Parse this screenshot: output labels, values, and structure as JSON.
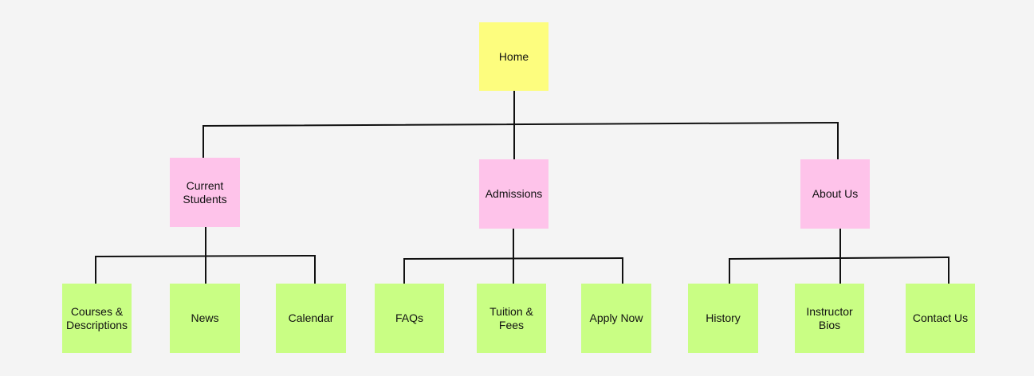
{
  "diagram": {
    "colors": {
      "background": "#f4f4f4",
      "root_note": "#fdfd7e",
      "section_note": "#fec3ea",
      "page_note": "#c9fe84",
      "connector": "#111111"
    },
    "root": {
      "label": "Home"
    },
    "sections": [
      {
        "label": "Current\nStudents",
        "children": [
          {
            "label": "Courses &\nDescriptions"
          },
          {
            "label": "News"
          },
          {
            "label": "Calendar"
          }
        ]
      },
      {
        "label": "Admissions",
        "children": [
          {
            "label": "FAQs"
          },
          {
            "label": "Tuition &\nFees"
          },
          {
            "label": "Apply Now"
          }
        ]
      },
      {
        "label": "About Us",
        "children": [
          {
            "label": "History"
          },
          {
            "label": "Instructor\nBios"
          },
          {
            "label": "Contact Us"
          }
        ]
      }
    ]
  }
}
